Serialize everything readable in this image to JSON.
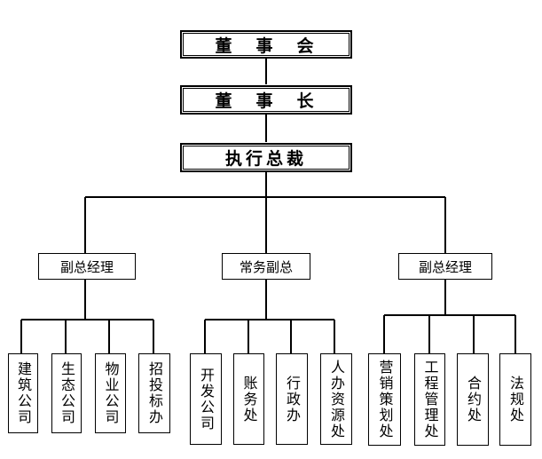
{
  "board": "董　事　会",
  "chairman": "董　事　长",
  "ceo": "执行总裁",
  "vps": [
    {
      "label": "副总经理",
      "units": [
        "建筑公司",
        "生态公司",
        "物业公司",
        "招投标办"
      ]
    },
    {
      "label": "常务副总",
      "units": [
        "开发公司",
        "账务处",
        "行政办",
        "人办资源处"
      ]
    },
    {
      "label": "副总经理",
      "units": [
        "营销策划处",
        "工程管理处",
        "合约处",
        "法规处"
      ]
    }
  ]
}
